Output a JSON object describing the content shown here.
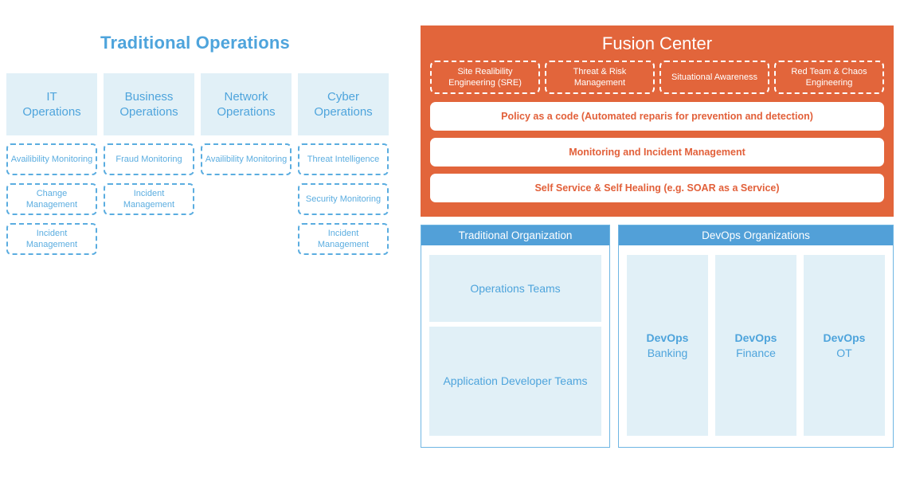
{
  "left": {
    "title": "Traditional Operations",
    "columns": [
      {
        "header": "IT\nOperations",
        "items": [
          "Availibility Monitoring",
          "Change Management",
          "Incident Management"
        ]
      },
      {
        "header": "Business\nOperations",
        "items": [
          "Fraud Monitoring",
          "Incident Management"
        ]
      },
      {
        "header": "Network\nOperations",
        "items": [
          "Availibility Monitoring"
        ]
      },
      {
        "header": "Cyber\nOperations",
        "items": [
          "Threat Intelligence",
          "Security Monitoring",
          "Incident Management"
        ]
      }
    ]
  },
  "fusion": {
    "title": "Fusion Center",
    "pillars": [
      "Site Realibility Engineering (SRE)",
      "Threat & Risk Management",
      "Situational Awareness",
      "Red Team & Chaos Engineering"
    ],
    "layers": [
      "Policy as a code (Automated reparis for prevention and detection)",
      "Monitoring and Incident Management",
      "Self Service & Self Healing (e.g. SOAR as a Service)"
    ]
  },
  "organizations": {
    "traditional": {
      "header": "Traditional Organization",
      "teams": [
        "Operations Teams",
        "Application Developer Teams"
      ]
    },
    "devops": {
      "header": "DevOps Organizations",
      "units": [
        {
          "top": "DevOps",
          "bottom": "Banking"
        },
        {
          "top": "DevOps",
          "bottom": "Finance"
        },
        {
          "top": "DevOps",
          "bottom": "OT"
        }
      ]
    }
  },
  "colors": {
    "accent_blue": "#4EA4DC",
    "light_blue_fill": "#E1F0F7",
    "dashed_blue": "#5BADE0",
    "header_blue": "#52A0D8",
    "orange": "#E2653B",
    "orange_text": "#E2603A",
    "white": "#FFFFFF"
  }
}
